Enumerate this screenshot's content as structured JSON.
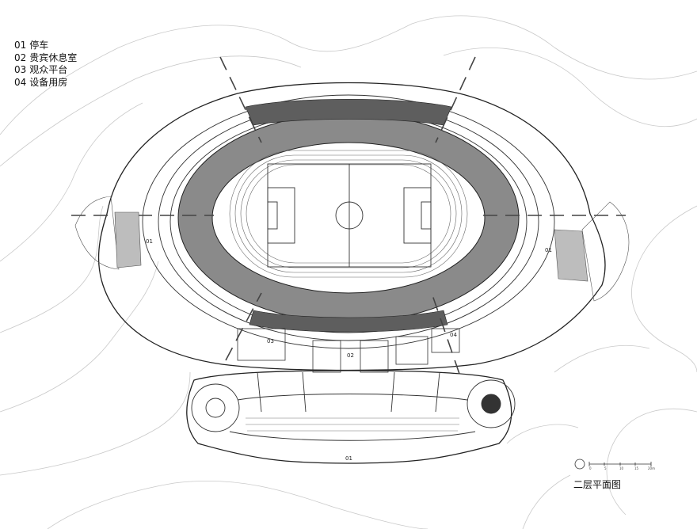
{
  "legend": [
    {
      "code": "01",
      "label": "停车"
    },
    {
      "code": "02",
      "label": "贵宾休息室"
    },
    {
      "code": "03",
      "label": "观众平台"
    },
    {
      "code": "04",
      "label": "设备用房"
    }
  ],
  "plan_title": "二层平面图",
  "scale_bar": {
    "ticks": [
      "0",
      "5",
      "10",
      "15",
      "20m"
    ]
  },
  "zone_labels": {
    "west": "01",
    "east": "01",
    "south": "01",
    "center": "02",
    "platform": "03",
    "equipment": "04"
  }
}
